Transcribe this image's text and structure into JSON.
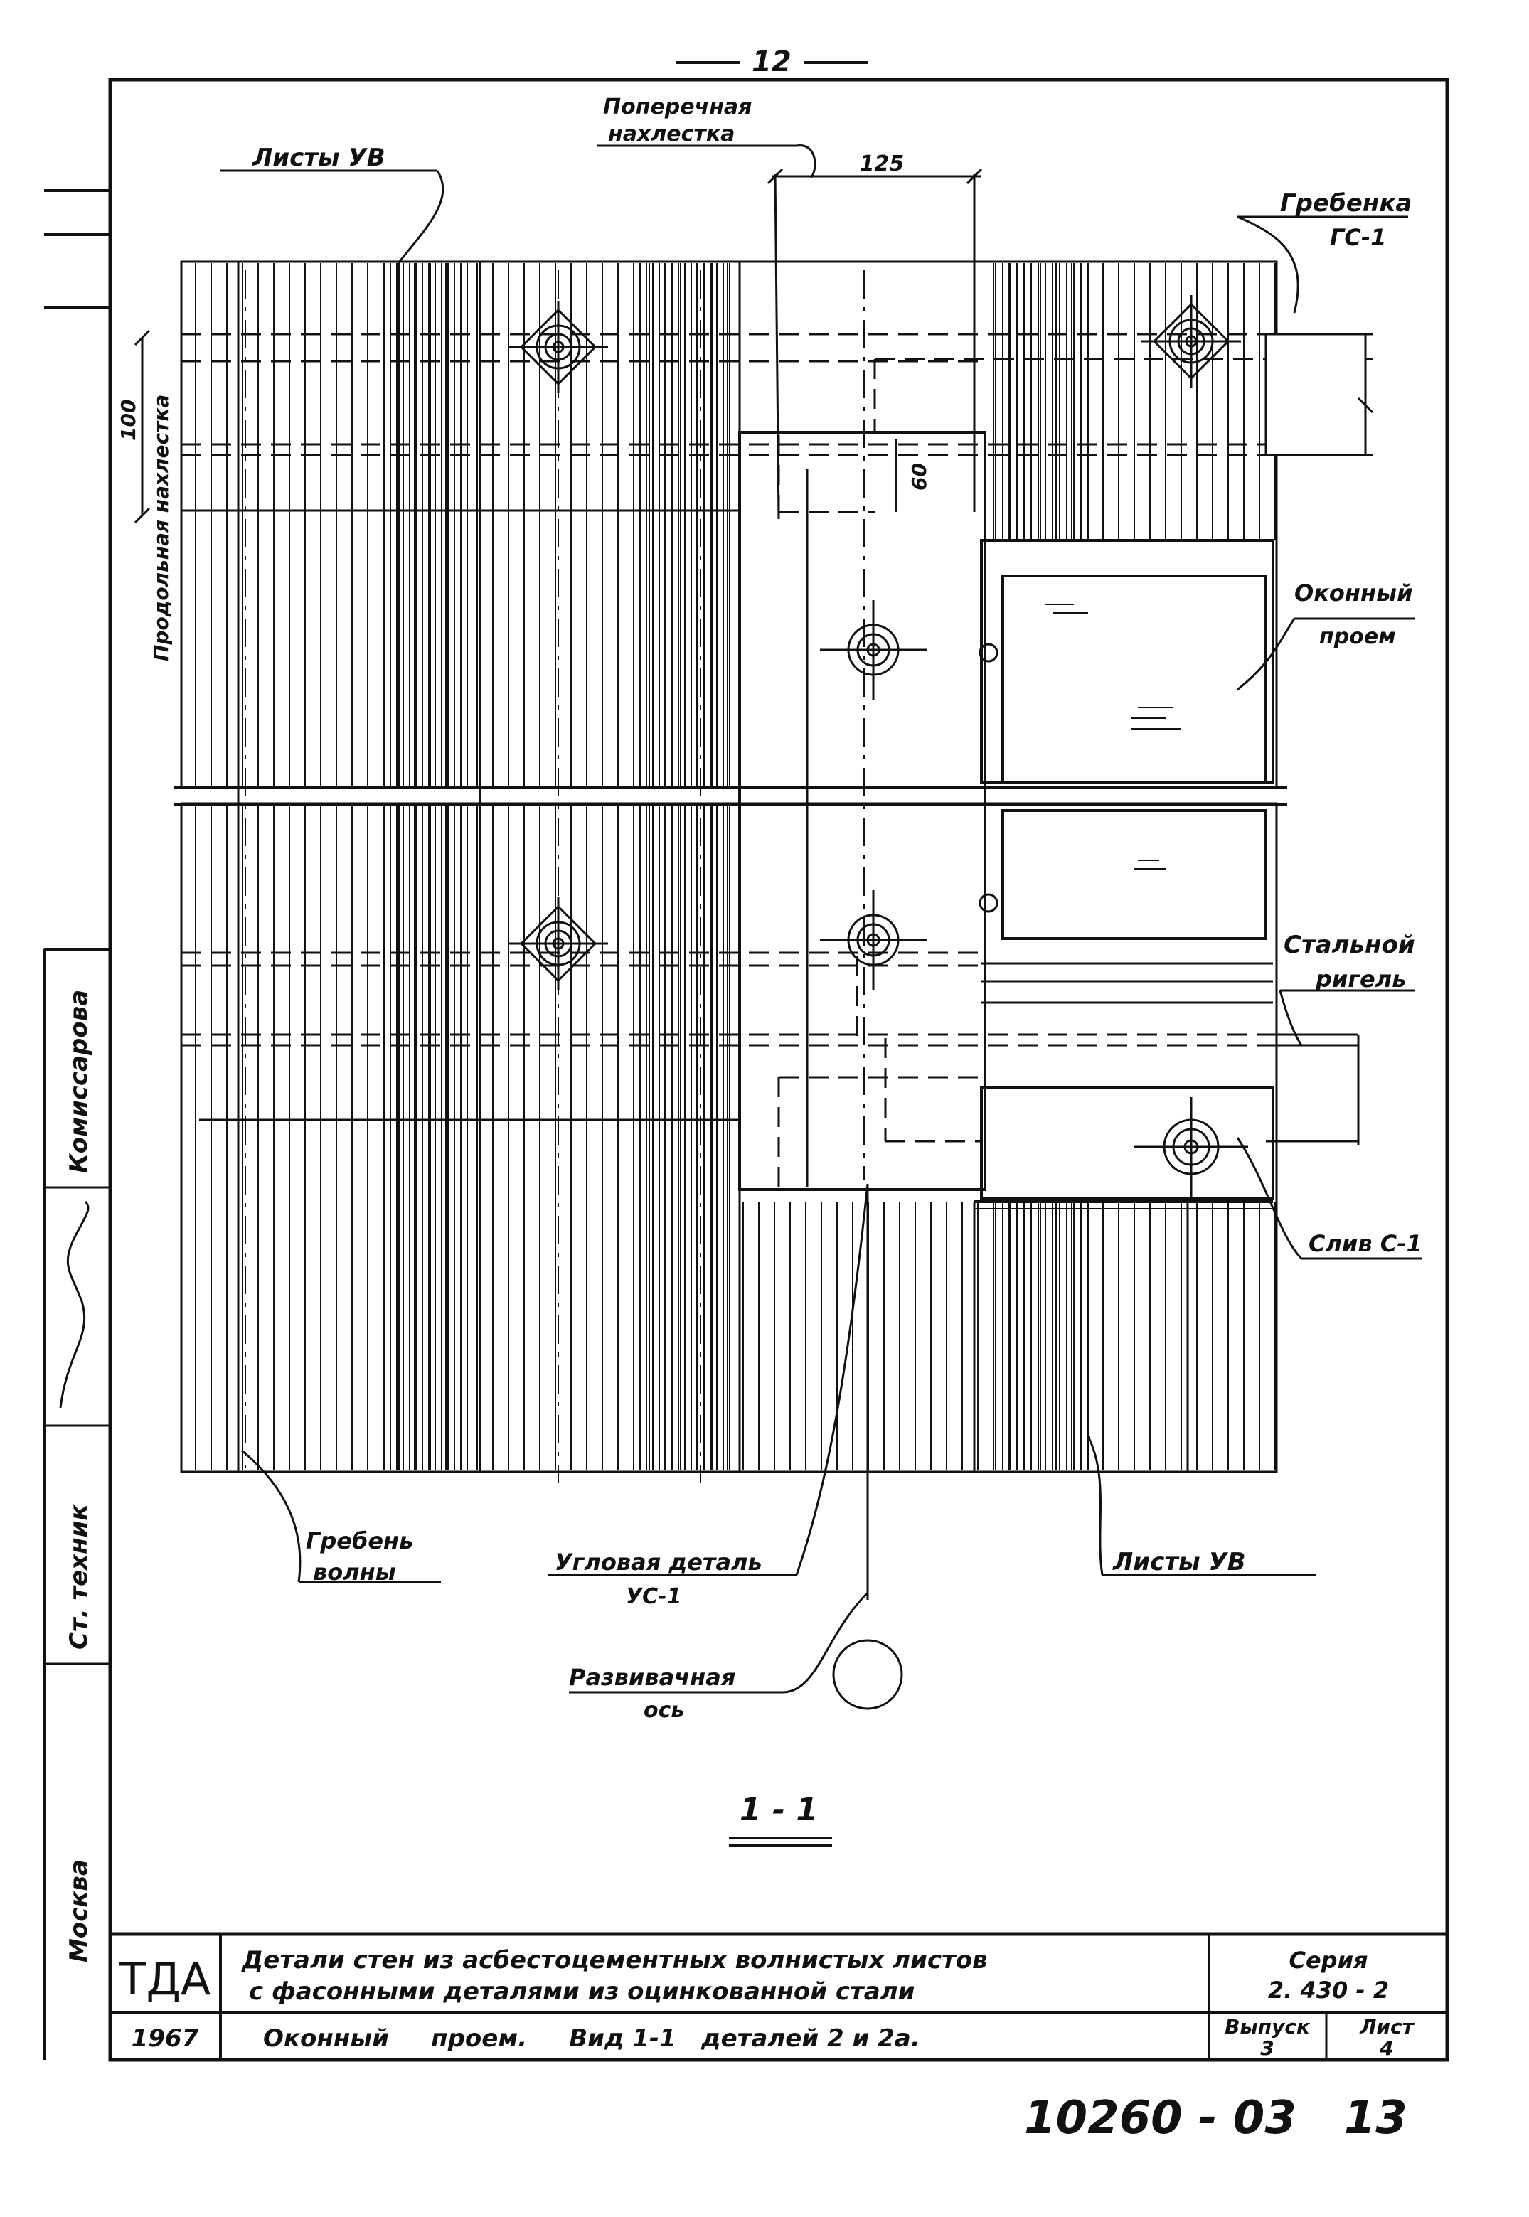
{
  "page_number": "12",
  "labels": {
    "sheets_top": "Листы УВ",
    "transverse_overlap_1": "Поперечная",
    "transverse_overlap_2": "нахлестка",
    "dim_125": "125",
    "comb_1": "Гребенка",
    "comb_2": "ГС-1",
    "long_overlap": "Продольная нахлестка",
    "dim_100": "100",
    "dim_60": "60",
    "window_1": "Оконный",
    "window_2": "проем",
    "girder_1": "Стальной",
    "girder_2": "ригель",
    "drain": "Слив С-1",
    "wave_crest_1": "Гребень",
    "wave_crest_2": "волны",
    "corner_1": "Угловая деталь",
    "corner_2": "УС-1",
    "sheets_bottom": "Листы УВ",
    "plumb_1": "Развивачная",
    "plumb_2": "ось",
    "section": "1 - 1"
  },
  "side_stamp": {
    "role": "Ст. техник",
    "surname": "Комиссарова",
    "city": "Москва"
  },
  "title_block": {
    "org": "ТДА",
    "title_1": "Детали стен из асбестоцементных волнистых листов",
    "title_2": "с фасонными деталями из оцинкованной стали",
    "series_label": "Серия",
    "series_value": "2. 430 - 2",
    "year": "1967",
    "subtitle": "Оконный     проем.     Вид 1-1   деталей 2 и 2а.",
    "issue_label": "Выпуск",
    "issue_value": "3",
    "sheet_label": "Лист",
    "sheet_value": "4"
  },
  "archive_number": "10260 - 03   13"
}
